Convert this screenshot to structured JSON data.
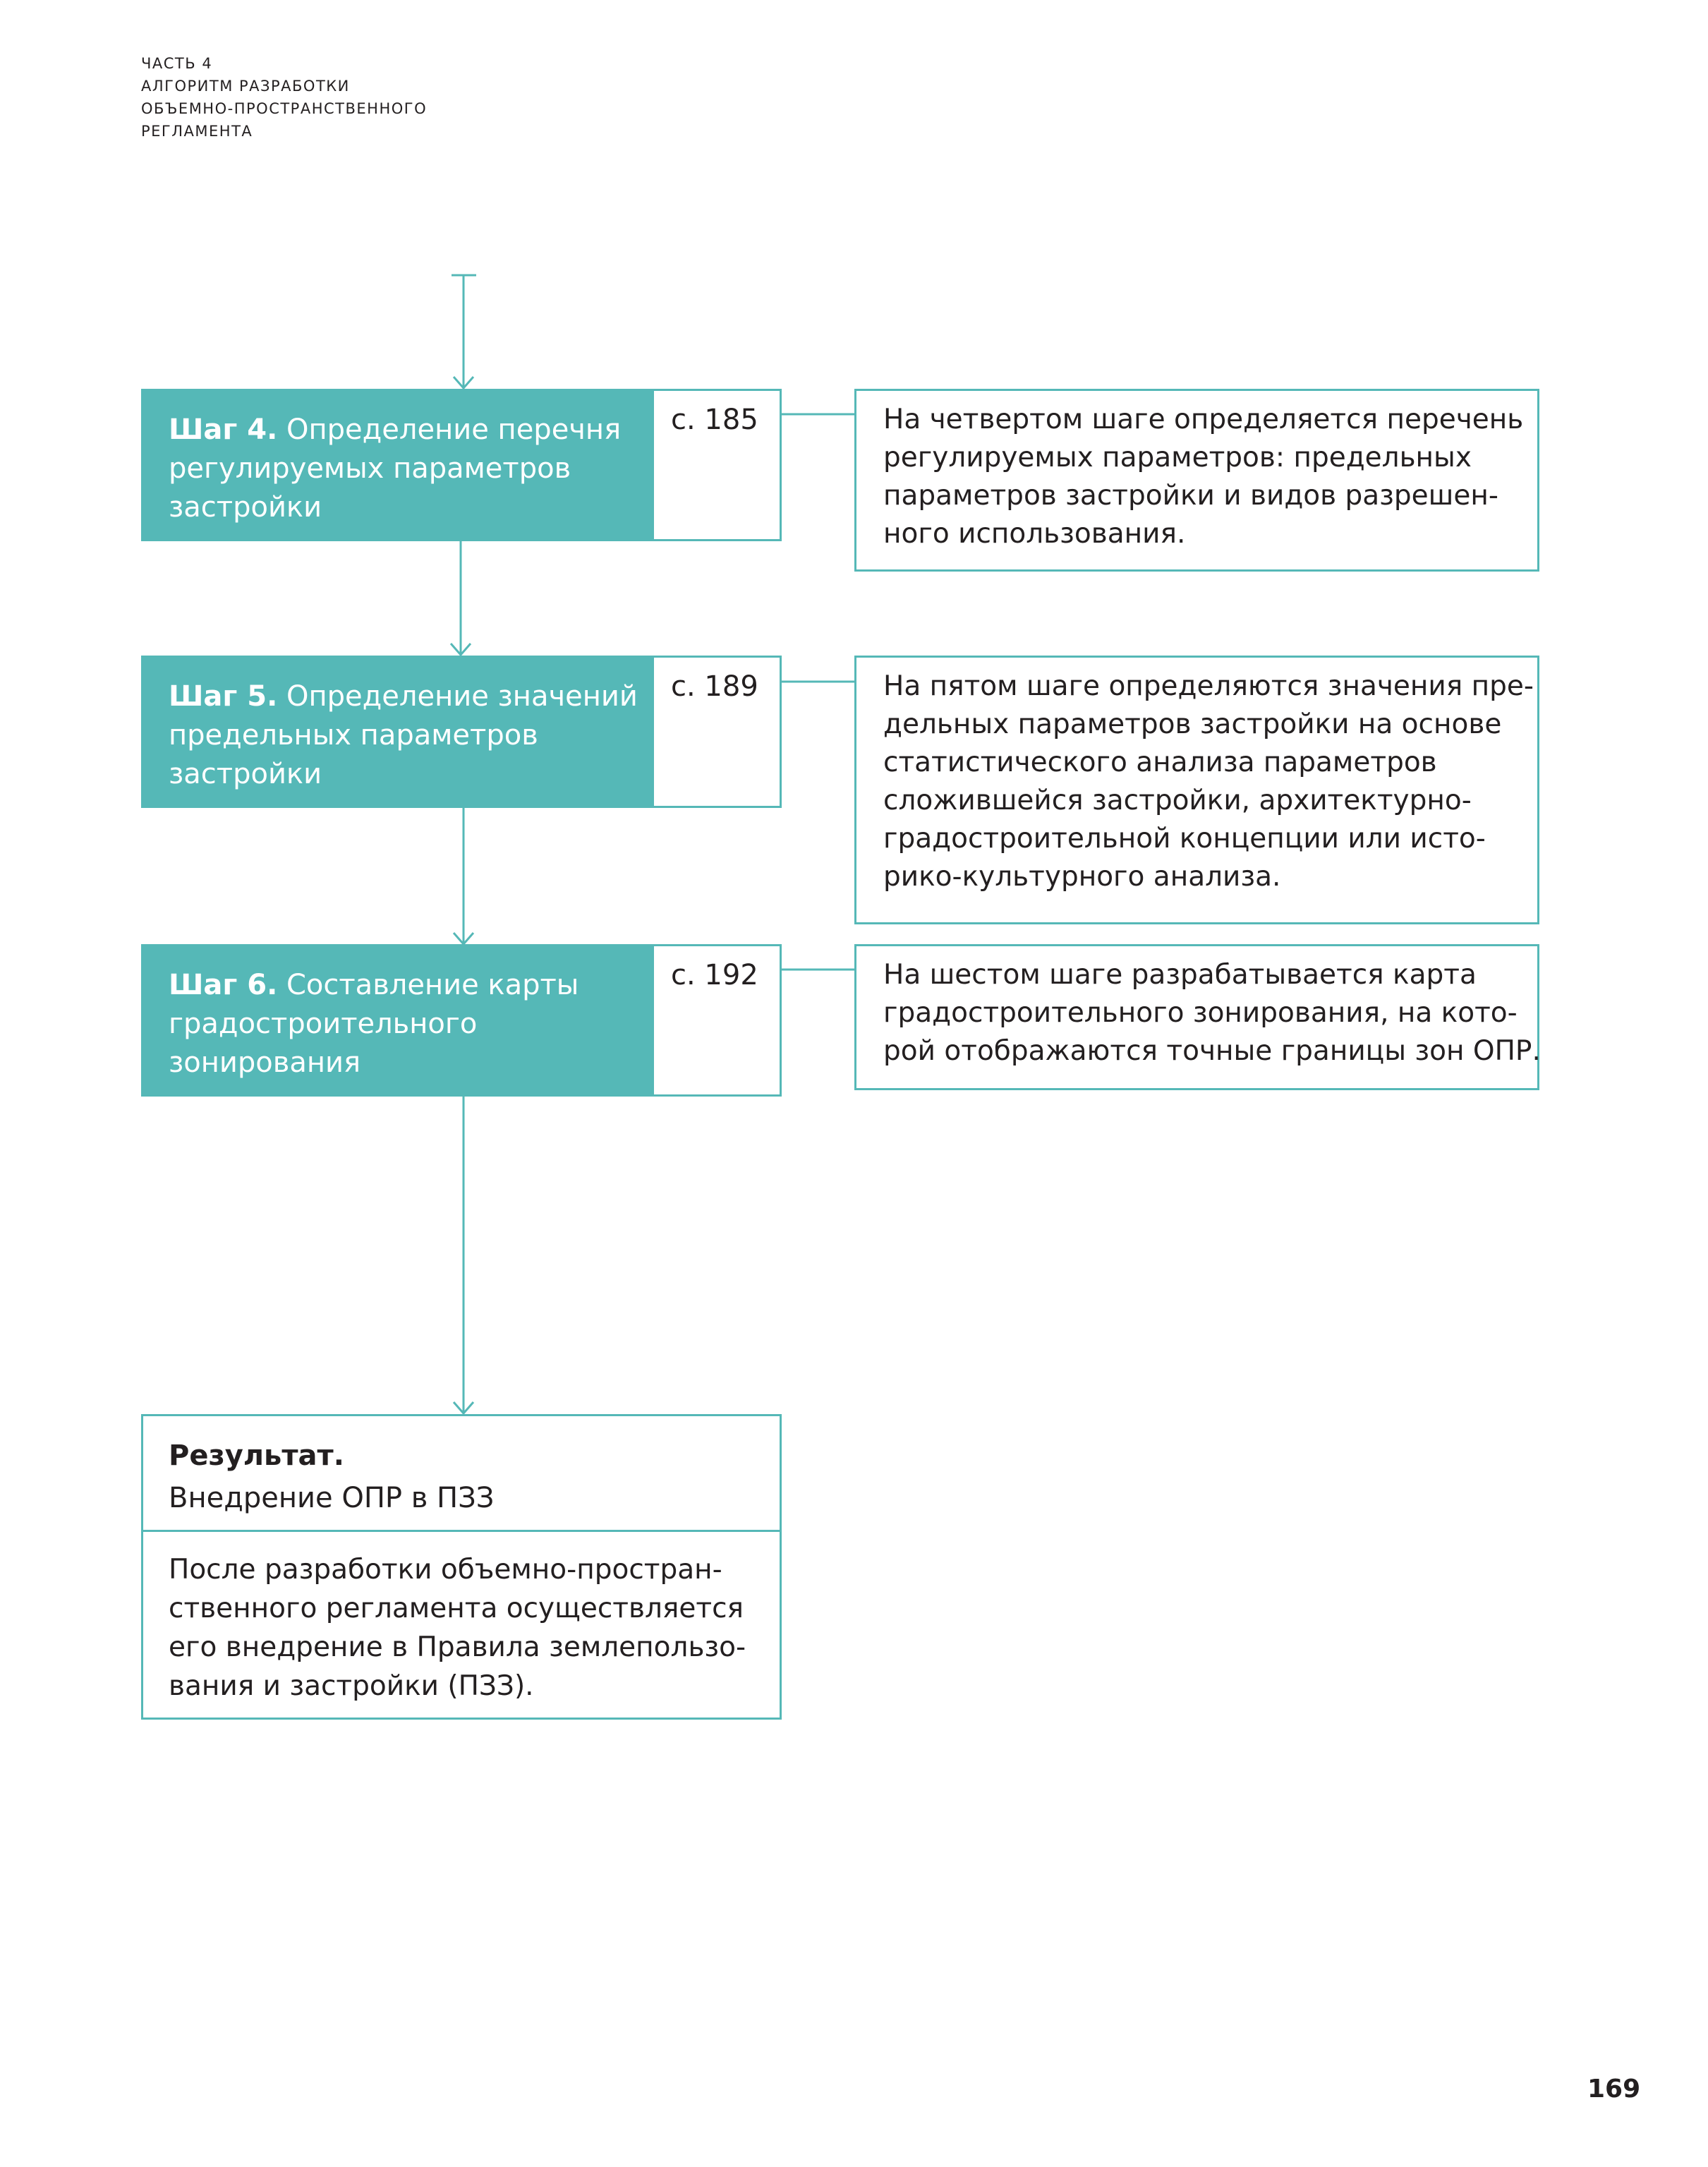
{
  "header": {
    "lines": [
      "ЧАСТЬ 4",
      "АЛГОРИТМ РАЗРАБОТКИ",
      "ОБЪЕМНО-ПРОСТРАНСТВЕННОГО",
      "РЕГЛАМЕНТА"
    ]
  },
  "colors": {
    "accent": "#55b8b7",
    "text": "#231f20",
    "background": "#ffffff"
  },
  "steps": [
    {
      "label": "Шаг 4.",
      "title_lines": [
        "Определение перечня",
        "регулируемых параметров",
        "застройки"
      ],
      "page": "с. 185",
      "description_lines": [
        "На четвертом шаге определяется перечень",
        "регулируемых параметров: предельных",
        "параметров застройки и видов разрешен-",
        "ного использования."
      ]
    },
    {
      "label": "Шаг 5.",
      "title_lines": [
        "Определение значений",
        "предельных параметров",
        "застройки"
      ],
      "page": "с. 189",
      "description_lines": [
        "На пятом шаге определяются значения пре-",
        "дельных параметров застройки на основе",
        "статистического анализа параметров",
        "сложившейся застройки, архитектурно-",
        "градостроительной концепции или исто-",
        "рико-культурного анализа."
      ]
    },
    {
      "label": "Шаг 6.",
      "title_lines": [
        "Составление карты",
        "градостроительного",
        "зонирования"
      ],
      "page": "с. 192",
      "description_lines": [
        "На шестом шаге разрабатывается карта",
        "градостроительного зонирования, на кото-",
        "рой отображаются точные границы зон ОПР."
      ]
    }
  ],
  "result": {
    "title": "Результат.",
    "subtitle": "Внедрение ОПР в ПЗЗ",
    "body_lines": [
      "После разработки объемно-простран-",
      "ственного регламента осуществляется",
      "его внедрение в Правила землепользо-",
      "вания и застройки (ПЗЗ)."
    ]
  },
  "page_number": "169"
}
